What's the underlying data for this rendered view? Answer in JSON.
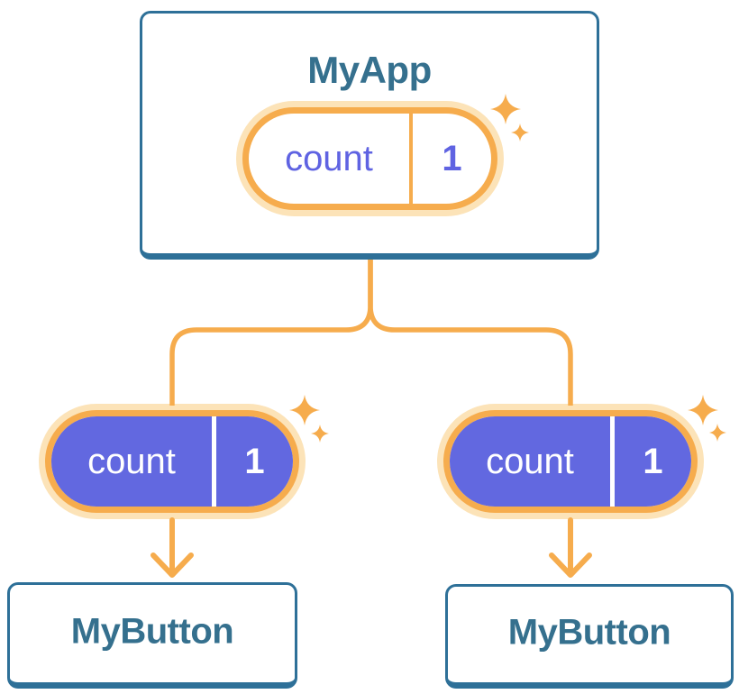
{
  "diagram": {
    "background": "#ffffff",
    "colors": {
      "blue_stroke": "#2e7098",
      "blue_text": "#35708e",
      "orange": "#f6ac4d",
      "orange_halo": "#fce3b8",
      "purple": "#6268e0",
      "purple_text": "#5f63e2",
      "card_bg": "#ffffff"
    },
    "root": {
      "title": "MyApp",
      "state_pill": {
        "label": "count",
        "value": "1"
      }
    },
    "children": [
      {
        "title": "MyButton",
        "prop_pill": {
          "label": "count",
          "value": "1"
        }
      },
      {
        "title": "MyButton",
        "prop_pill": {
          "label": "count",
          "value": "1"
        }
      }
    ]
  }
}
